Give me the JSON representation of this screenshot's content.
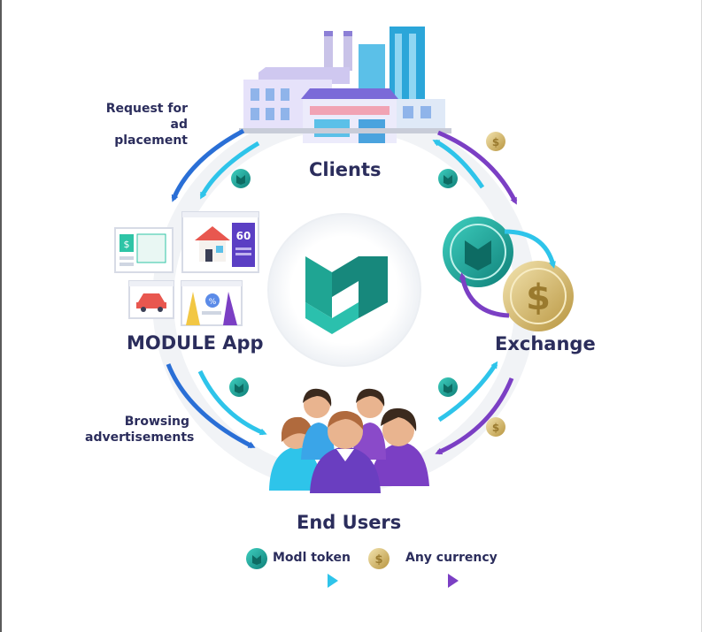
{
  "nodes": {
    "clients": "Clients",
    "exchange": "Exchange",
    "module_app": "MODULE App",
    "end_users": "End Users"
  },
  "side_labels": {
    "request_line1": "Request for ad",
    "request_line2": "placement",
    "browsing_line1": "Browsing",
    "browsing_line2": "advertisements"
  },
  "legend": {
    "modl_token": "Modl token",
    "any_currency": "Any currency"
  },
  "ad_cards": {
    "house_price": "60"
  },
  "colors": {
    "text": "#2b2d5c",
    "teal": "#1fa593",
    "token_blue": "#2ec4ea",
    "currency_purple": "#7b3fc4",
    "gold": "#d9bb6a",
    "navy_arrow": "#2a6fd6"
  },
  "icons": [
    "module-logo-icon",
    "factory-icon",
    "ad-card-icon",
    "token-coin-icon",
    "dollar-coin-icon",
    "people-icon"
  ]
}
